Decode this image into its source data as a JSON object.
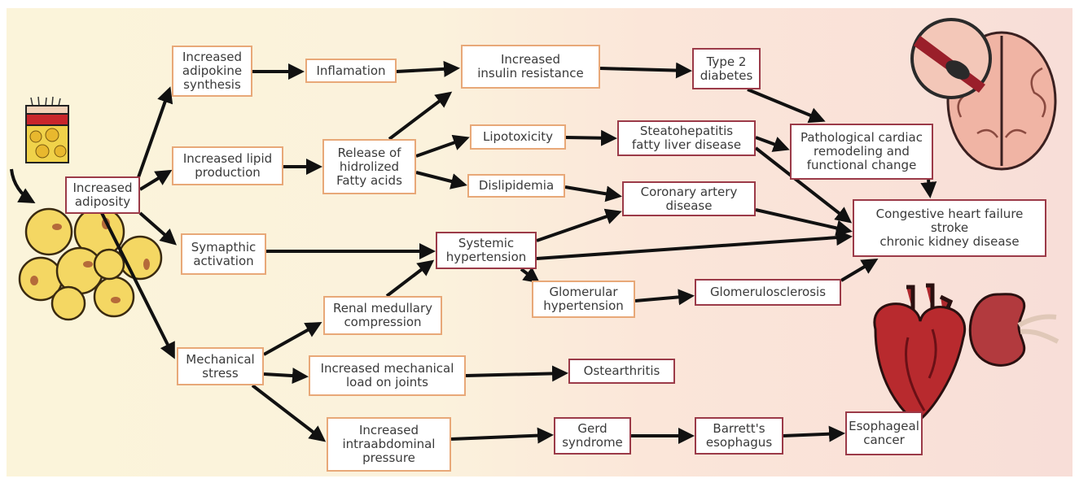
{
  "nodes": {
    "adiposity": "Increased\nadiposity",
    "adipokine": "Increased\nadipokine\nsynthesis",
    "inflamation": "Inflamation",
    "insulin": "Increased\ninsulin resistance",
    "t2d": "Type 2\ndiabetes",
    "lipid_prod": "Increased lipid\nproduction",
    "fatty_acids": "Release of\nhidrolized\nFatty acids",
    "lipotoxicity": "Lipotoxicity",
    "dislipidemia": "Dislipidemia",
    "steato": "Steatohepatitis\nfatty liver disease",
    "cardiac": "Pathological cardiac\nremodeling and\nfunctional change",
    "coronary": "Coronary artery\ndisease",
    "chf": "Congestive heart failure\nstroke\nchronic kidney disease",
    "sympathetic": "Symapthic\nactivation",
    "hypertension": "Systemic\nhypertension",
    "glomerular": "Glomerular\nhypertension",
    "glomerulo": "Glomerulosclerosis",
    "renal": "Renal medullary\ncompression",
    "mechanical": "Mechanical\nstress",
    "load": "Increased mechanical\nload on joints",
    "osteo": "Ostearthritis",
    "intraab": "Increased\nintraabdominal\npressure",
    "gerd": "Gerd\nsyndrome",
    "barrett": "Barrett's\nesophagus",
    "esoph": "Esophageal\ncancer"
  },
  "colors": {
    "orange_border": "#e8a878",
    "red_border": "#9b3a48",
    "arrow": "#111111"
  },
  "illustrations": [
    "skin-layer-illustration",
    "fat-cells-illustration",
    "brain-illustration",
    "heart-illustration",
    "kidney-illustration"
  ]
}
